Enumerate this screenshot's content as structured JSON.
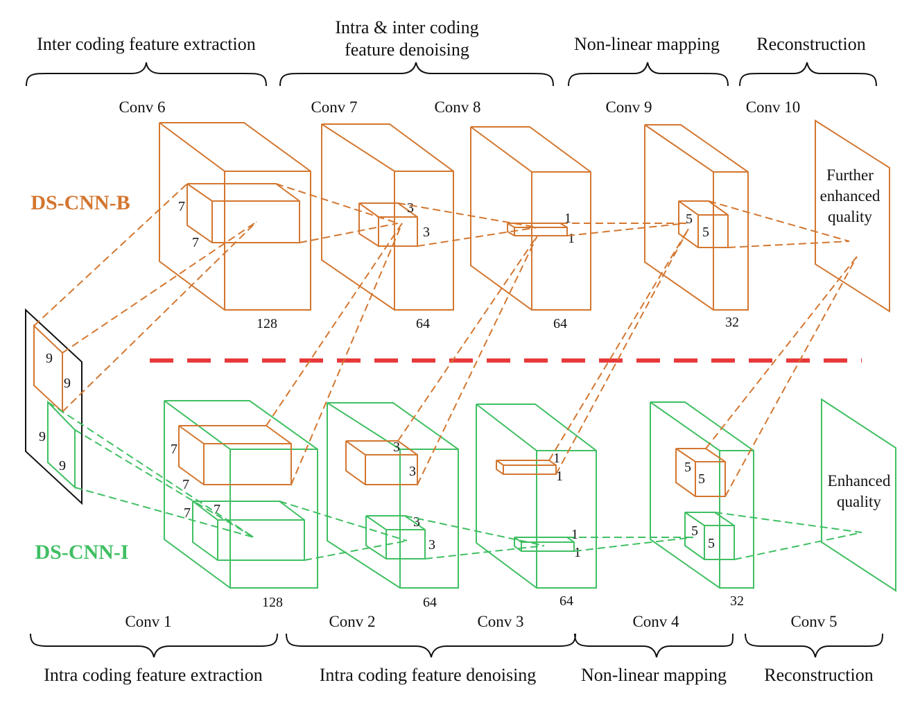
{
  "colors": {
    "orange": "#d3762f",
    "green": "#3fbf62",
    "black": "#111111",
    "divider": "#e8393a"
  },
  "top": {
    "network": "DS-CNN-B",
    "stages": [
      {
        "label": "Inter coding feature extraction"
      },
      {
        "label": "Intra & inter coding",
        "label2": "feature denoising"
      },
      {
        "label": "Non-linear mapping"
      },
      {
        "label": "Reconstruction"
      }
    ],
    "convs": [
      "Conv 6",
      "Conv 7",
      "Conv 8",
      "Conv 9",
      "Conv 10"
    ],
    "channels": [
      "128",
      "64",
      "64",
      "32"
    ],
    "output_line1": "Further",
    "output_line2": "enhanced",
    "output_line3": "quality"
  },
  "bottom": {
    "network": "DS-CNN-I",
    "stages": [
      {
        "label": "Intra coding feature extraction"
      },
      {
        "label": "Intra coding feature denoising"
      },
      {
        "label": "Non-linear mapping"
      },
      {
        "label": "Reconstruction"
      }
    ],
    "convs": [
      "Conv 1",
      "Conv 2",
      "Conv 3",
      "Conv 4",
      "Conv 5"
    ],
    "channels": [
      "128",
      "64",
      "64",
      "32"
    ],
    "output_line1": "Enhanced",
    "output_line2": "quality"
  },
  "kernels": {
    "input": "9",
    "k7": "7",
    "k3": "3",
    "k1": "1",
    "k5": "5"
  }
}
